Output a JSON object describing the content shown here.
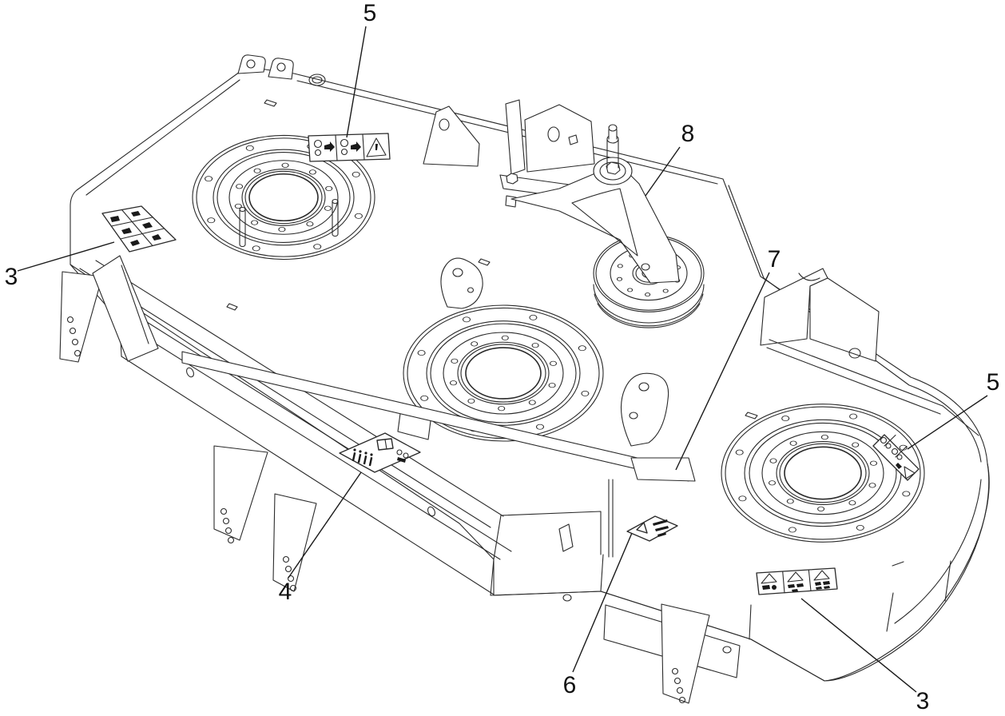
{
  "figure": {
    "type": "parts-location line drawing",
    "subject": "Three-spindle mower cutting deck — decal and idler locations",
    "background_color": "#ffffff",
    "line_color": "#2a2a2a"
  },
  "callouts": [
    {
      "id": "5-top",
      "label": "5",
      "points_to": "pulley/belt decal above left spindle"
    },
    {
      "id": "8",
      "label": "8",
      "points_to": "idler arm and pulley assembly"
    },
    {
      "id": "3-left",
      "label": "3",
      "points_to": "multi-panel warning decal on left deck corner"
    },
    {
      "id": "7",
      "label": "7",
      "points_to": "deck rail near center baffle"
    },
    {
      "id": "5-right",
      "label": "5",
      "points_to": "pulley/belt decal beside right spindle"
    },
    {
      "id": "4",
      "label": "4",
      "points_to": "cutting-height instruction decal"
    },
    {
      "id": "6",
      "label": "6",
      "points_to": "warning decal on front rail"
    },
    {
      "id": "3-bottom",
      "label": "3",
      "points_to": "three-panel warning decal on right skirt"
    }
  ],
  "decals": [
    {
      "id": "decal-belt-routing-top",
      "icons": [
        "pulley-icon",
        "arrow-icon",
        "warning-triangle-icon"
      ]
    },
    {
      "id": "decal-warning-left",
      "icons": [
        "warning-pictogram-grid"
      ]
    },
    {
      "id": "decal-cutting-height",
      "icons": [
        "panel-icon",
        "height-bars-icon"
      ]
    },
    {
      "id": "decal-warning-front",
      "icons": [
        "warning-triangle-icon",
        "text-lines"
      ]
    },
    {
      "id": "decal-belt-routing-right",
      "icons": [
        "pulley-icon",
        "warning-triangle-icon"
      ]
    },
    {
      "id": "decal-warning-right",
      "icons": [
        "warning-triangle-icon",
        "mower-pictogram",
        "thrown-object-icon"
      ]
    }
  ]
}
